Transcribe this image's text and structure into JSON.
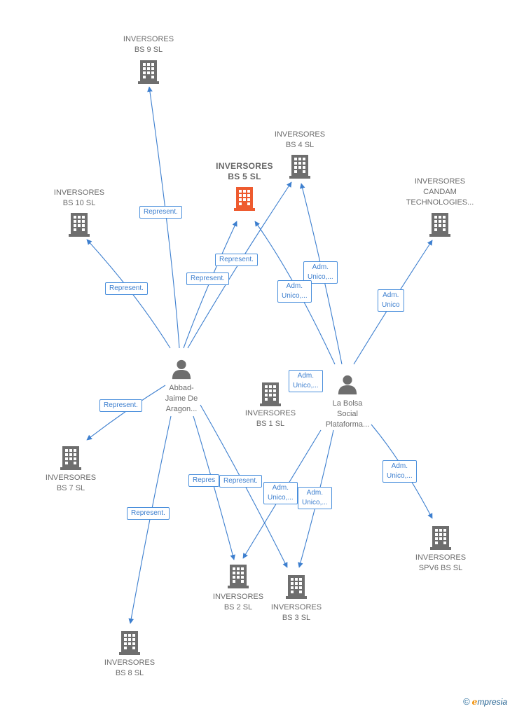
{
  "colors": {
    "edge": "#3d7fcf",
    "node": "#6e6e6e",
    "highlight": "#ee5b2f"
  },
  "nodes": {
    "bs9": {
      "type": "company",
      "lines": [
        "INVERSORES",
        "BS 9  SL"
      ]
    },
    "bs4": {
      "type": "company",
      "lines": [
        "INVERSORES",
        "BS 4  SL"
      ]
    },
    "bs5": {
      "type": "company",
      "lines": [
        "INVERSORES",
        "BS 5  SL"
      ],
      "highlight": true
    },
    "bs10": {
      "type": "company",
      "lines": [
        "INVERSORES",
        "BS 10  SL"
      ]
    },
    "candam": {
      "type": "company",
      "lines": [
        "INVERSORES",
        "CANDAM",
        "TECHNOLOGIES..."
      ]
    },
    "abbad": {
      "type": "person",
      "lines": [
        "Abbad-",
        "Jaime De",
        "Aragon..."
      ]
    },
    "bs1": {
      "type": "company",
      "lines": [
        "INVERSORES",
        "BS 1  SL"
      ]
    },
    "bolsa": {
      "type": "person",
      "lines": [
        "La Bolsa",
        "Social",
        "Plataforma..."
      ]
    },
    "bs7": {
      "type": "company",
      "lines": [
        "INVERSORES",
        "BS 7  SL"
      ]
    },
    "spv6": {
      "type": "company",
      "lines": [
        "INVERSORES",
        "SPV6 BS  SL"
      ]
    },
    "bs2": {
      "type": "company",
      "lines": [
        "INVERSORES",
        "BS 2  SL"
      ]
    },
    "bs3": {
      "type": "company",
      "lines": [
        "INVERSORES",
        "BS 3  SL"
      ]
    },
    "bs8": {
      "type": "company",
      "lines": [
        "INVERSORES",
        "BS 8  SL"
      ]
    }
  },
  "edge_labels": {
    "abbad_bs9": [
      "Represent."
    ],
    "abbad_bs10": [
      "Represent."
    ],
    "abbad_bs5": [
      "Represent."
    ],
    "abbad_bs4": [
      "Represent."
    ],
    "abbad_bs7": [
      "Represent."
    ],
    "abbad_bs8": [
      "Represent."
    ],
    "abbad_bs2": [
      "Repres"
    ],
    "abbad_bs3": [
      "Represent."
    ],
    "bolsa_bs4": [
      "Adm.",
      "Unico,..."
    ],
    "bolsa_bs5": [
      "Adm.",
      "Unico,..."
    ],
    "bolsa_candam": [
      "Adm.",
      "Unico"
    ],
    "bolsa_bs1": [
      "Adm.",
      "Unico,..."
    ],
    "bolsa_spv6": [
      "Adm.",
      "Unico,..."
    ],
    "bolsa_bs2": [
      "Adm.",
      "Unico,..."
    ],
    "bolsa_bs3": [
      "Adm.",
      "Unico,..."
    ]
  },
  "brand": {
    "copyright": "©",
    "initial": "e",
    "rest": "mpresia"
  }
}
